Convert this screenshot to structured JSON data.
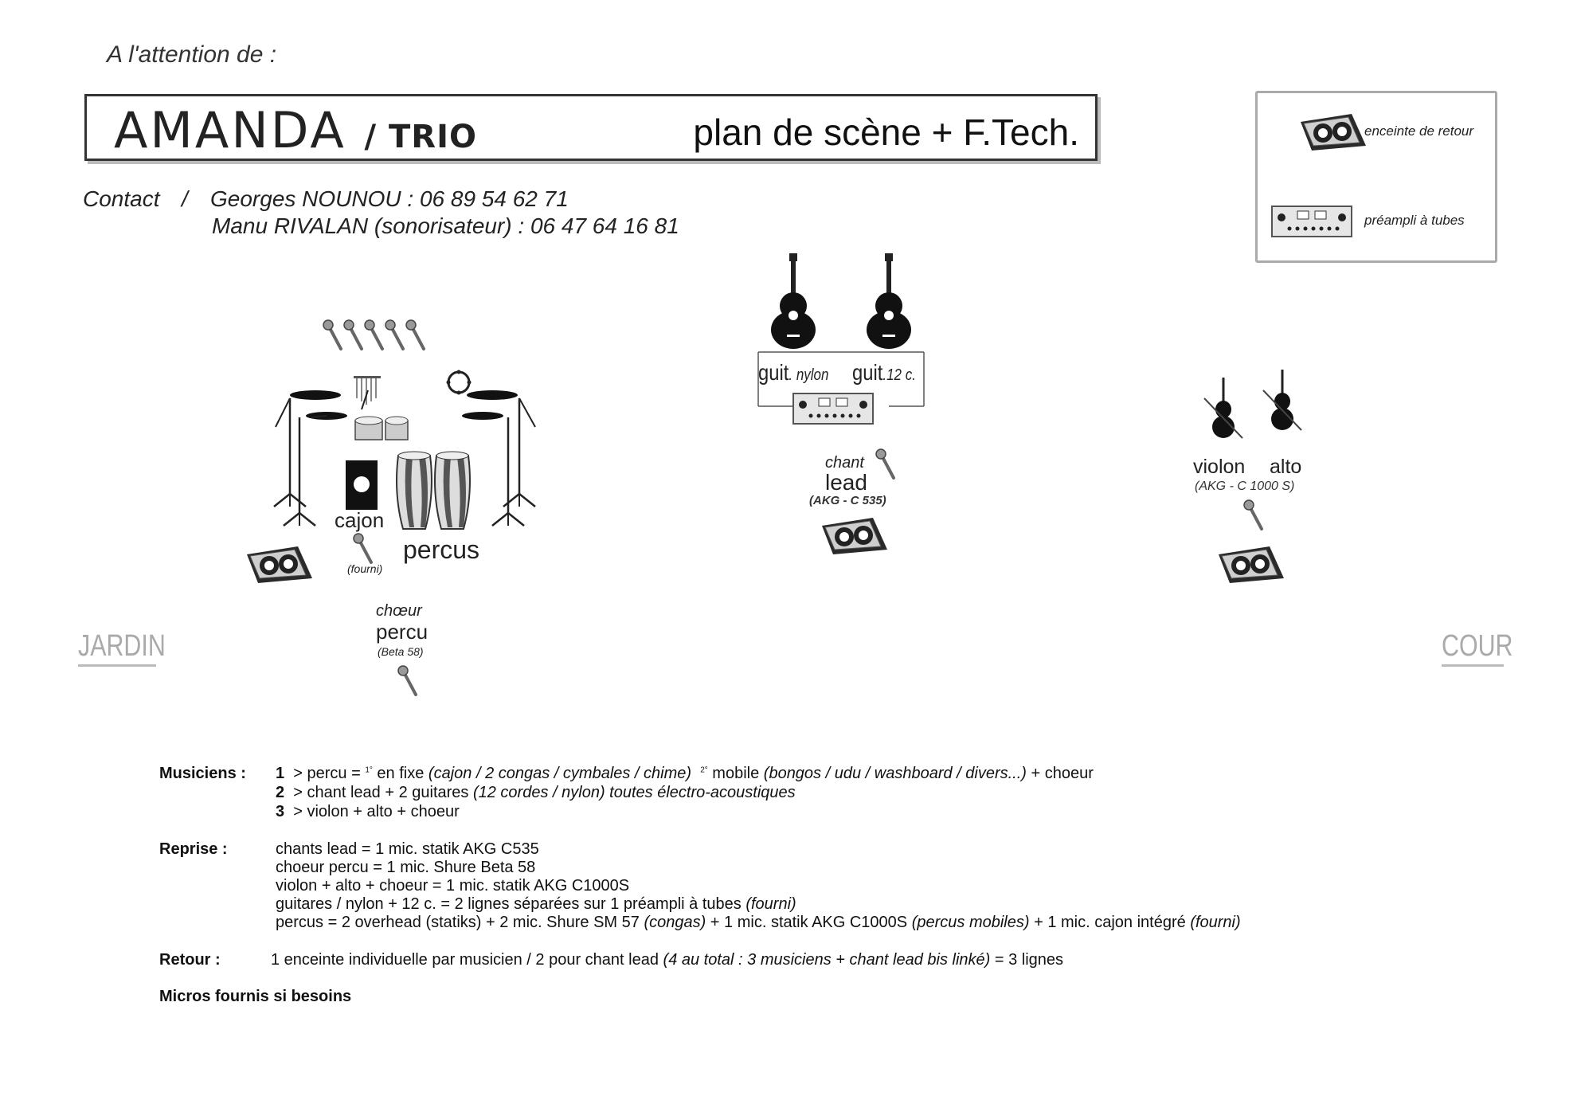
{
  "header": {
    "attention": "A l'attention de :",
    "band_name": "AMANDA",
    "band_suffix": "/ TRIO",
    "doc_type": "plan de scène + F.Tech."
  },
  "contact": {
    "label": "Contact",
    "separator": "/",
    "line1": "Georges NOUNOU : 06 89 54 62 71",
    "line2": "Manu RIVALAN (sonorisateur) : 06 47 64 16 81"
  },
  "legend": {
    "monitor": "enceinte de retour",
    "preamp": "préampli à tubes"
  },
  "stage": {
    "left_side": "JARDIN",
    "right_side": "COUR",
    "cajon": "cajon",
    "percus": "percus",
    "cajon_mic_note": "(fourni)",
    "choir_line1": "chœur",
    "choir_line2": "percu",
    "choir_mic": "(Beta 58)",
    "guit_nylon_a": "guit",
    "guit_nylon_b": ". nylon",
    "guit_12_a": "guit",
    "guit_12_b": ".12 c.",
    "lead_line1": "chant",
    "lead_line2": "lead",
    "lead_mic": "(AKG - C 535)",
    "violin": "violon",
    "viola": "alto",
    "strings_mic": "(AKG - C 1000 S)"
  },
  "info": {
    "musiciens_label": "Musiciens :",
    "m1_num": "1",
    "m1_a": ">  percu  =  ",
    "m1_sup1": "1°",
    "m1_b": " en fixe ",
    "m1_c": "(cajon / 2 congas / cymbales / chime)",
    "m1_sup2": "2°",
    "m1_d": " mobile ",
    "m1_e": "(bongos / udu / washboard / divers...)",
    "m1_f": " + choeur",
    "m2_num": "2",
    "m2_a": ">  chant lead + 2 guitares ",
    "m2_b": "(12 cordes / nylon) toutes électro-acoustiques",
    "m3_num": "3",
    "m3_a": ">  violon + alto + choeur",
    "reprise_label": "Reprise :",
    "r1": "chants lead  =  1 mic. statik AKG C535",
    "r2": "choeur percu  =  1 mic. Shure Beta 58",
    "r3": "violon + alto + choeur  =  1 mic. statik AKG C1000S",
    "r4_a": "guitares  /  nylon + 12 c.  =  2 lignes séparées sur 1 préampli à tubes ",
    "r4_b": "(fourni)",
    "r5_a": "percus  =  2 overhead (statiks) + 2 mic. Shure SM 57 ",
    "r5_b": "(congas)",
    "r5_c": " + 1 mic. statik AKG C1000S ",
    "r5_d": "(percus mobiles)",
    "r5_e": " + 1 mic. cajon intégré ",
    "r5_f": "(fourni)",
    "retour_label": "Retour :",
    "ret_a": "1 enceinte individuelle par musicien / 2 pour chant lead ",
    "ret_b": "(4 au total : 3 musiciens + chant lead bis linké)",
    "ret_c": "  =  3 lignes",
    "micros": "Micros fournis si besoins"
  }
}
